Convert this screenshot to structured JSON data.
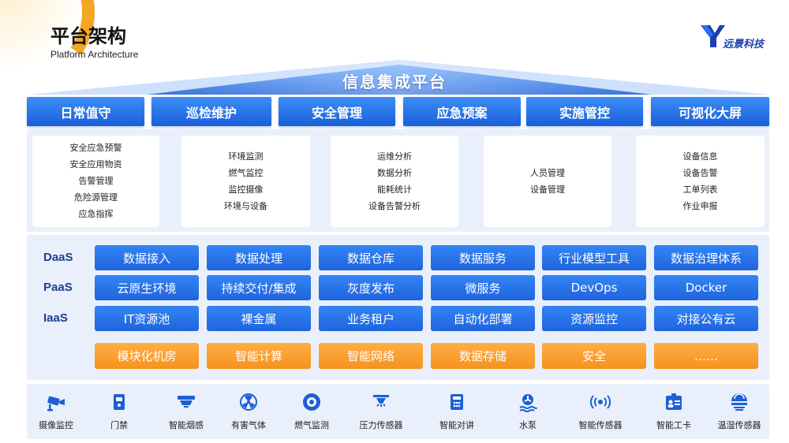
{
  "header": {
    "title_cn": "平台架构",
    "title_en": "Platform Architecture",
    "logo_text": "远景科技"
  },
  "platform": {
    "title": "信息集成平台",
    "categories": [
      "日常值守",
      "巡检维护",
      "安全管理",
      "应急预案",
      "实施管控",
      "可视化大屏"
    ]
  },
  "features": [
    [
      "安全应急预警",
      "安全应用物资",
      "告警管理",
      "危险源管理",
      "应急指挥"
    ],
    [
      "环境监测",
      "燃气监控",
      "监控摄像",
      "环境与设备"
    ],
    [
      "运维分析",
      "数据分析",
      "能耗统计",
      "设备告警分析"
    ],
    [
      "人员管理",
      "设备管理"
    ],
    [
      "设备信息",
      "设备告警",
      "工单列表",
      "作业申报"
    ]
  ],
  "layers": [
    {
      "label": "DaaS",
      "items": [
        "数据接入",
        "数据处理",
        "数据仓库",
        "数据服务",
        "行业模型工具",
        "数据治理体系"
      ]
    },
    {
      "label": "PaaS",
      "items": [
        "云原生环境",
        "持续交付/集成",
        "灰度发布",
        "微服务",
        "DevOps",
        "Docker"
      ]
    },
    {
      "label": "IaaS",
      "items": [
        "IT资源池",
        "裸金属",
        "业务租户",
        "自动化部署",
        "资源监控",
        "对接公有云"
      ]
    }
  ],
  "infrastructure": [
    "模块化机房",
    "智能计算",
    "智能网络",
    "数据存储",
    "安全",
    "……"
  ],
  "devices": [
    {
      "label": "摄像监控",
      "icon": "camera-icon"
    },
    {
      "label": "门禁",
      "icon": "access-control-icon"
    },
    {
      "label": "智能烟感",
      "icon": "smoke-detector-icon"
    },
    {
      "label": "有害气体",
      "icon": "hazard-gas-icon"
    },
    {
      "label": "燃气监测",
      "icon": "gas-sensor-icon"
    },
    {
      "label": "压力传感器",
      "icon": "pressure-sensor-icon"
    },
    {
      "label": "智能对讲",
      "icon": "intercom-icon"
    },
    {
      "label": "水泵",
      "icon": "water-pump-icon"
    },
    {
      "label": "智能传感器",
      "icon": "wireless-sensor-icon"
    },
    {
      "label": "智能工卡",
      "icon": "id-card-icon"
    },
    {
      "label": "温湿传感器",
      "icon": "humidity-sensor-icon"
    }
  ],
  "colors": {
    "primary_blue": "#1f63df",
    "accent_orange": "#f6921e",
    "band_bg": "#e9f0fb",
    "label_blue": "#1c3f8f"
  }
}
